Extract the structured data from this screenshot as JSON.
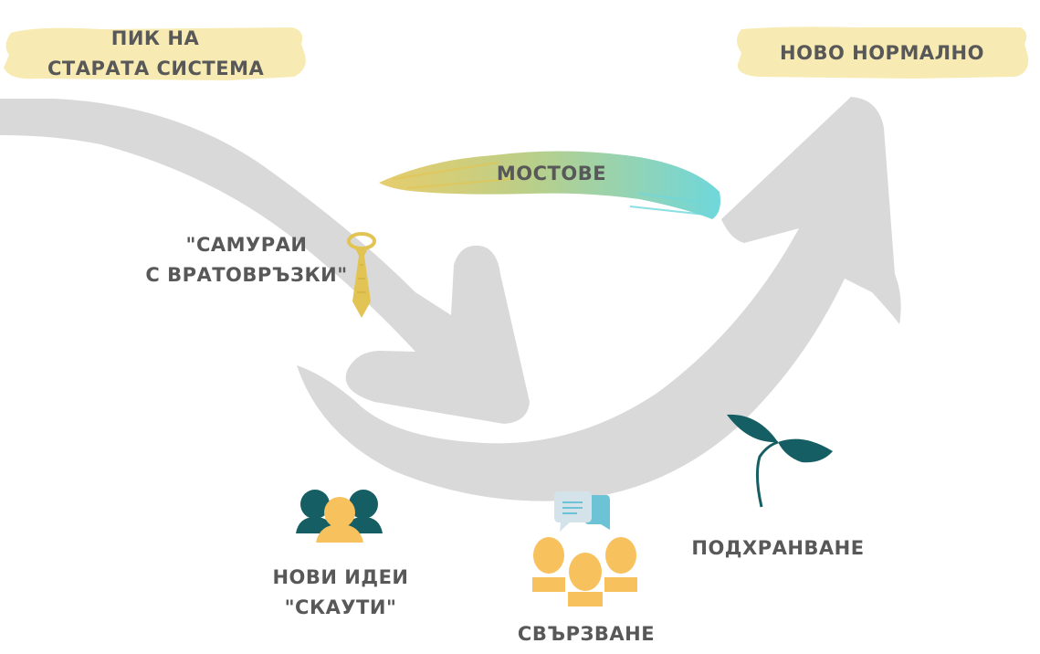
{
  "labels": {
    "peak_old_system": {
      "line1": "ПИК НА",
      "line2": "СТАРАТА СИСТЕМА"
    },
    "new_normal": "НОВО НОРМАЛНО",
    "bridges": "МОСТОВЕ",
    "samurai": {
      "line1": "\"САМУРАИ",
      "line2": "С ВРАТОВРЪЗКИ\""
    },
    "new_ideas": {
      "line1": "НОВИ ИДЕИ",
      "line2": "\"СКАУТИ\""
    },
    "connecting": "СВЪРЗВАНЕ",
    "nurturing": "ПОДХРАНВАНЕ"
  },
  "colors": {
    "arrow": "#d9d9d9",
    "text": "#585858",
    "highlight": "#f7ebb3",
    "people_dark": "#155f64",
    "people_light": "#f7c15d",
    "bubble_light": "#d4e3ea",
    "bubble_teal": "#6cc3d5",
    "sprout": "#155f64",
    "tie": "#e2c454",
    "brush_start": "#e2c454",
    "brush_end": "#6fd7db"
  },
  "icons": [
    "tie-icon",
    "group-icon",
    "chat-bubbles-icon",
    "people-icon",
    "sprout-icon"
  ]
}
